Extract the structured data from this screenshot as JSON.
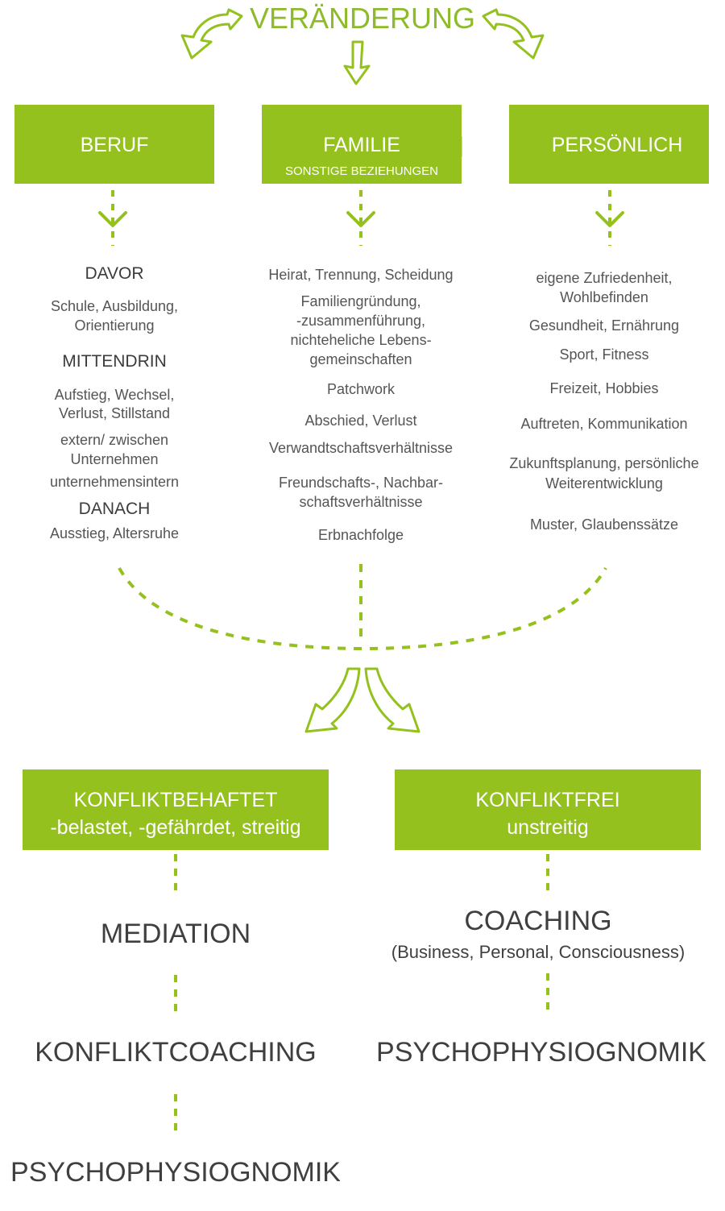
{
  "title": "VERÄNDERUNG",
  "colors": {
    "accent": "#95c11f",
    "text": "#444444"
  },
  "top_boxes": [
    {
      "label": "BERUF",
      "sub": ""
    },
    {
      "label": "FAMILIE",
      "sub": "SONSTIGE BEZIEHUNGEN"
    },
    {
      "label": "PERSÖNLICH",
      "sub": ""
    }
  ],
  "beruf": {
    "davor_title": "DAVOR",
    "davor_1": "Schule, Ausbildung,",
    "davor_2": "Orientierung",
    "mitten_title": "MITTENDRIN",
    "mitten_1": "Aufstieg, Wechsel,",
    "mitten_2": "Verlust, Stillstand",
    "mitten_3": "extern/ zwischen",
    "mitten_4": "Unternehmen",
    "mitten_5": "unternehmensintern",
    "danach_title": "DANACH",
    "danach_1": "Ausstieg, Altersruhe"
  },
  "familie": {
    "l1": "Heirat, Trennung, Scheidung",
    "l2": "Familiengründung,",
    "l3": "-zusammenführung,",
    "l4": "nichteheliche Lebens-",
    "l5": "gemeinschaften",
    "l6": "Patchwork",
    "l7": "Abschied, Verlust",
    "l8": "Verwandtschaftsverhältnisse",
    "l9": "Freundschafts-, Nachbar-",
    "l10": "schaftsverhältnisse",
    "l11": "Erbnachfolge"
  },
  "persoenlich": {
    "l1": "eigene Zufriedenheit,",
    "l2": "Wohlbefinden",
    "l3": "Gesundheit, Ernährung",
    "l4": "Sport, Fitness",
    "l5": "Freizeit, Hobbies",
    "l6": "Auftreten, Kommunikation",
    "l7": "Zukunftsplanung, persönliche",
    "l8": "Weiterentwicklung",
    "l9": "Muster, Glaubenssätze"
  },
  "bottom_boxes": [
    {
      "line1": "KONFLIKTBEHAFTET",
      "line2": "-belastet, -gefährdet, streitig"
    },
    {
      "line1": "KONFLIKTFREI",
      "line2": "unstreitig"
    }
  ],
  "left_path": [
    "MEDIATION",
    "KONFLIKTCOACHING",
    "PSYCHOPHYSIOGNOMIK"
  ],
  "right_path": {
    "coaching": "COACHING",
    "coaching_sub": "(Business, Personal, Consciousness)",
    "psycho": "PSYCHOPHYSIOGNOMIK"
  }
}
